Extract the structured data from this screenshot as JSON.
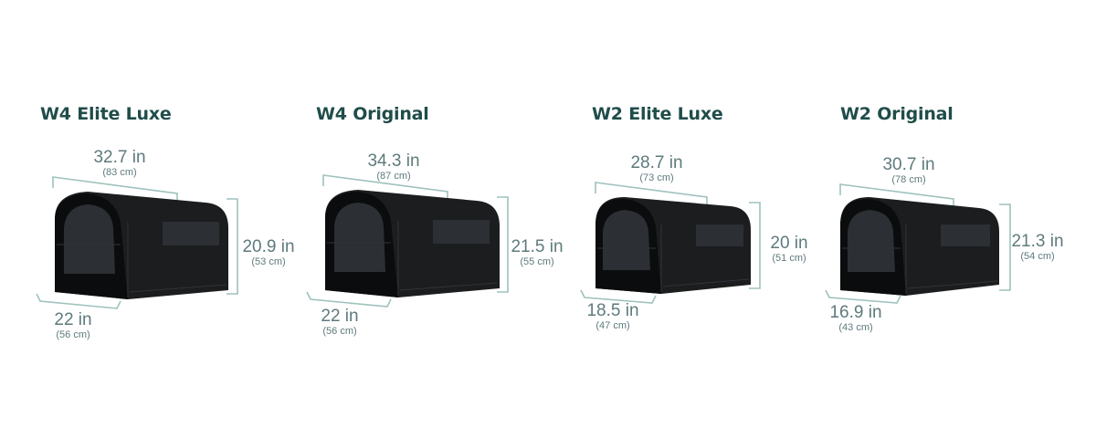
{
  "colors": {
    "title": "#1f4d4a",
    "dimension_text": "#5e7a7c",
    "dimension_line": "#9ec2bd",
    "crate": "#1b1d1f"
  },
  "products": [
    {
      "name": "W4 Elite Luxe",
      "length": {
        "main": "32.7 in",
        "sub": "(83 cm)"
      },
      "height": {
        "main": "20.9 in",
        "sub": "(53 cm)"
      },
      "width": {
        "main": "22 in",
        "sub": "(56 cm)"
      }
    },
    {
      "name": "W4 Original",
      "length": {
        "main": "34.3 in",
        "sub": "(87 cm)"
      },
      "height": {
        "main": "21.5 in",
        "sub": "(55 cm)"
      },
      "width": {
        "main": "22 in",
        "sub": "(56 cm)"
      }
    },
    {
      "name": "W2 Elite Luxe",
      "length": {
        "main": "28.7 in",
        "sub": "(73 cm)"
      },
      "height": {
        "main": "20 in",
        "sub": "(51 cm)"
      },
      "width": {
        "main": "18.5 in",
        "sub": "(47 cm)"
      }
    },
    {
      "name": "W2 Original",
      "length": {
        "main": "30.7 in",
        "sub": "(78 cm)"
      },
      "height": {
        "main": "21.3 in",
        "sub": "(54 cm)"
      },
      "width": {
        "main": "16.9 in",
        "sub": "(43 cm)"
      }
    }
  ]
}
